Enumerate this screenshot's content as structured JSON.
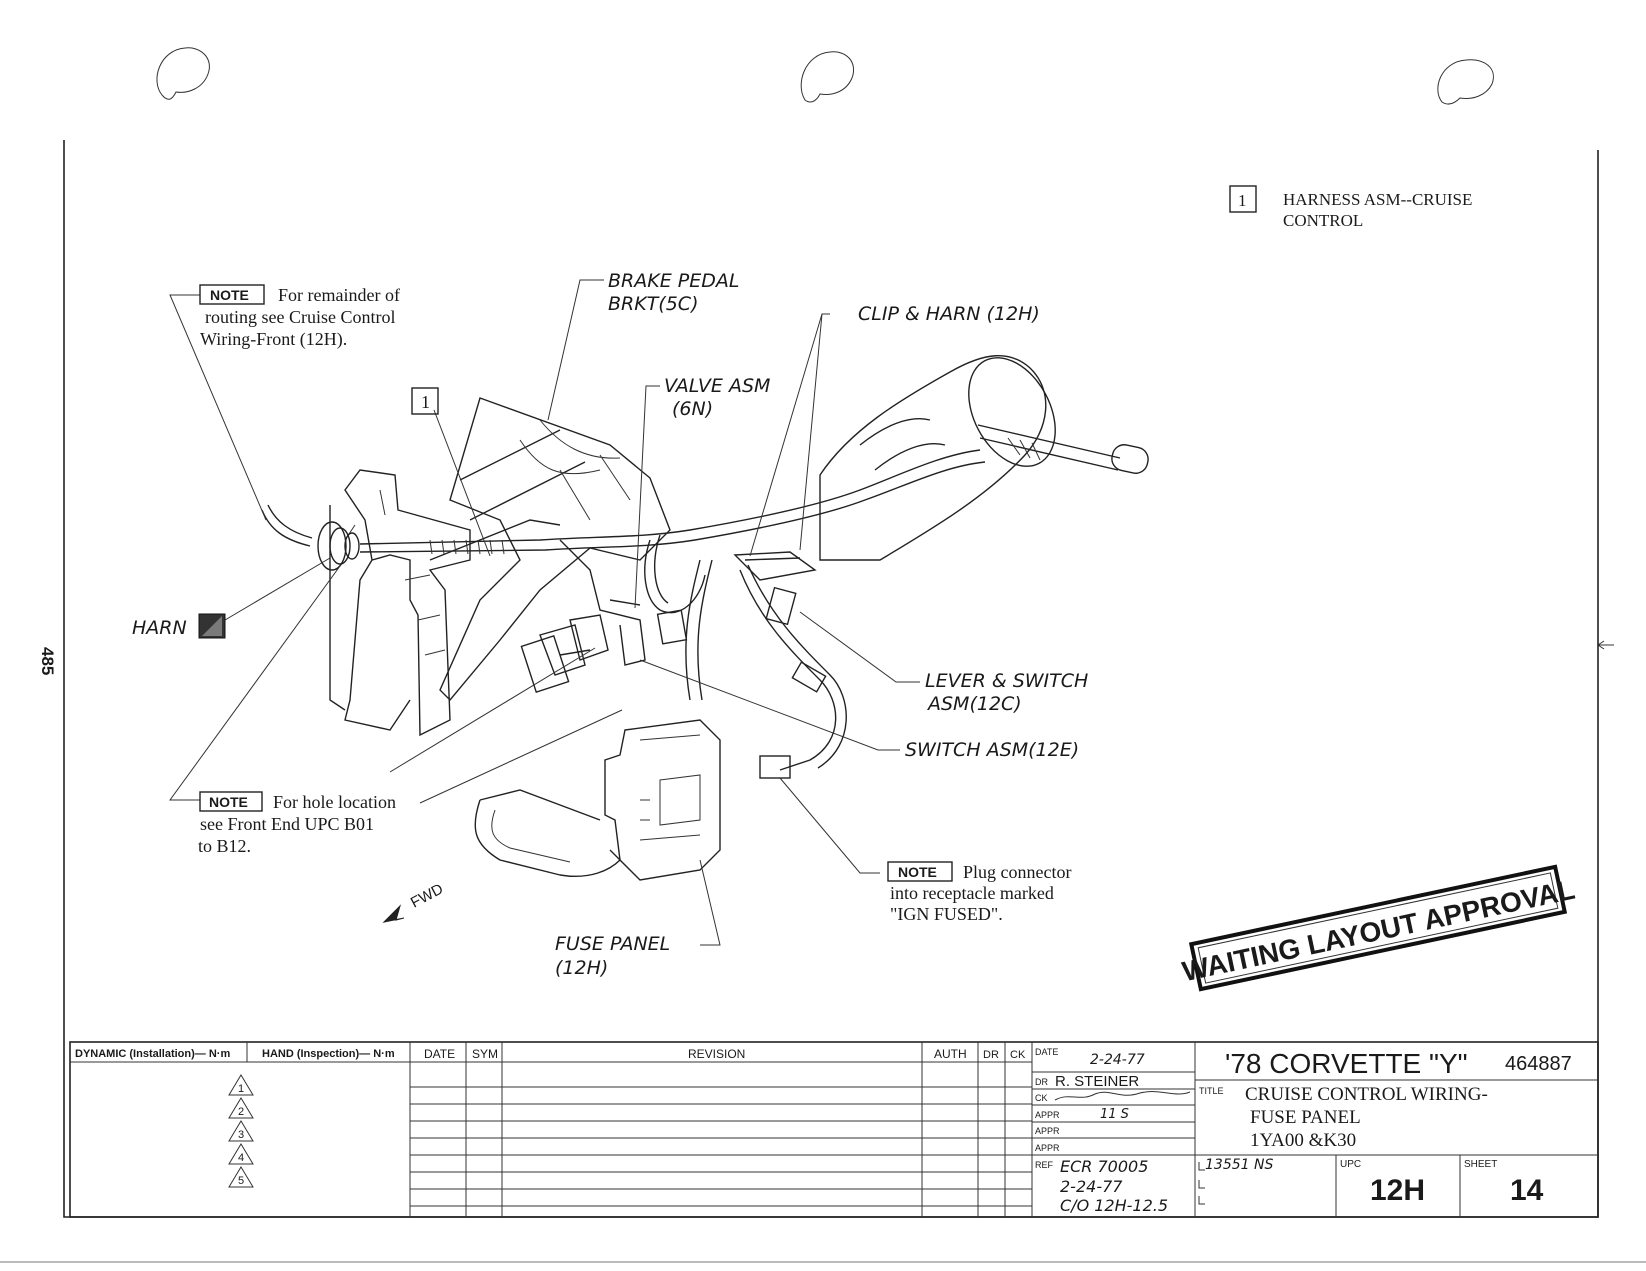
{
  "page_number": "485",
  "callouts": {
    "item1_number": "1",
    "legend_number": "1",
    "legend_line1": "HARNESS ASM--CRUISE",
    "legend_line2": "CONTROL",
    "note_badge": "NOTE",
    "note_remainder_line1": "For remainder of",
    "note_remainder_line2": "routing see Cruise Control",
    "note_remainder_line3": "Wiring-Front (12H).",
    "note_hole_line1": "For hole location",
    "note_hole_line2": "see Front End UPC B01",
    "note_hole_line3": "to B12.",
    "note_plug_line1": "Plug connector",
    "note_plug_line2": "into receptacle marked",
    "note_plug_line3": "\"IGN FUSED\".",
    "brake_line1": "BRAKE PEDAL",
    "brake_line2": "BRKT(5C)",
    "clip": "CLIP & HARN (12H)",
    "valve_line1": "VALVE ASM",
    "valve_line2": "(6N)",
    "harn": "HARN",
    "lever_line1": "LEVER & SWITCH",
    "lever_line2": "ASM(12C)",
    "switch": "SWITCH ASM(12E)",
    "fuse_line1": "FUSE PANEL",
    "fuse_line2": "(12H)",
    "fwd": "FWD"
  },
  "stamp": "WAITING LAYOUT APPROVAL",
  "title_block": {
    "dynamic_header": "DYNAMIC (Installation)— N·m",
    "hand_header": "HAND (Inspection)— N·m",
    "torque_marks": [
      "1",
      "2",
      "3",
      "4",
      "5"
    ],
    "col_date": "DATE",
    "col_sym": "SYM",
    "col_revision": "REVISION",
    "col_auth": "AUTH",
    "col_dr": "DR",
    "col_ck": "CK",
    "date_label": "DATE",
    "date_value": "2-24-77",
    "dr_label": "DR",
    "dr_value": "R. STEINER",
    "ck_label": "CK",
    "appr_label": "APPR",
    "appr_value": "11 S",
    "appr2_label": "APPR",
    "appr3_label": "APPR",
    "ref_label": "REF",
    "ref_line1": "ECR 70005",
    "ref_line2": "2-24-77",
    "ref_line3": "C/O 12H-12.5",
    "l_note": "13551 NS",
    "model": "'78 CORVETTE \"Y\"",
    "part_number": "464887",
    "title_label": "TITLE",
    "title_line1": "CRUISE CONTROL WIRING-",
    "title_line2": "FUSE PANEL",
    "title_line3": "1YA00 &K30",
    "upc_label": "UPC",
    "upc_value": "12H",
    "sheet_label": "SHEET",
    "sheet_value": "14"
  }
}
